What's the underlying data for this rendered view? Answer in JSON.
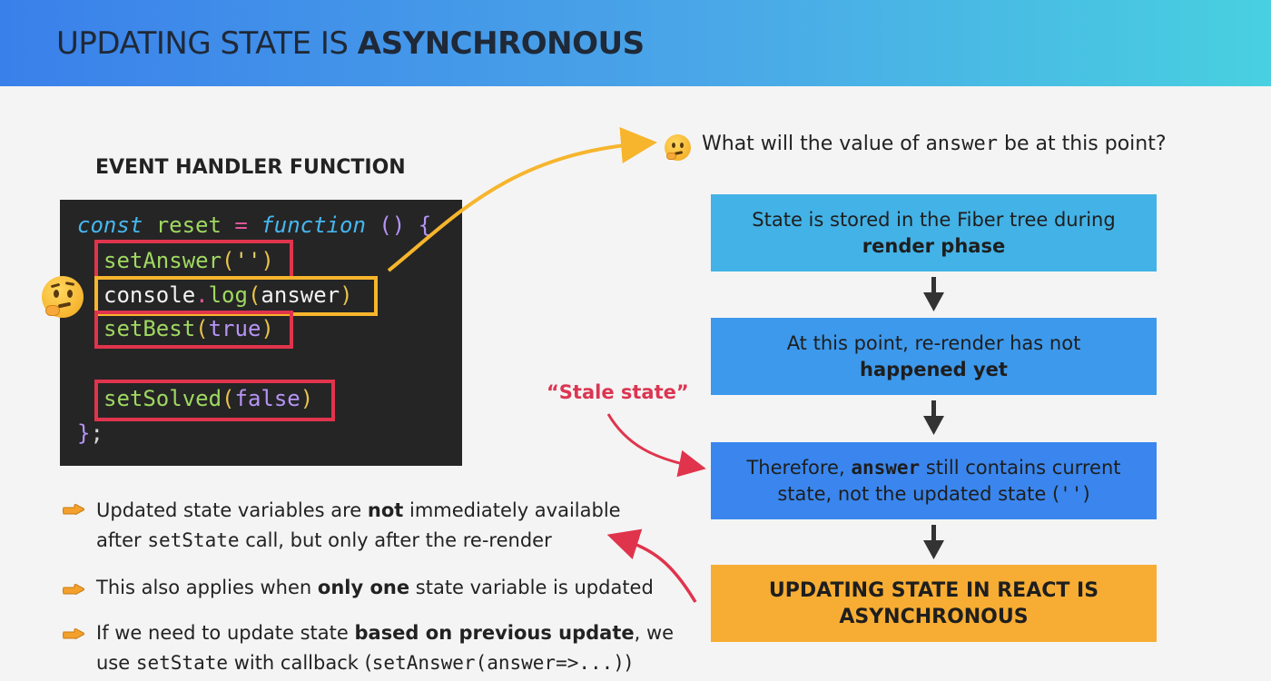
{
  "header": {
    "title_plain": "UPDATING STATE IS ",
    "title_bold": "ASYNCHRONOUS"
  },
  "code_panel": {
    "title": "EVENT HANDLER FUNCTION",
    "line1": {
      "kw": "const",
      "name": "reset",
      "op": "=",
      "fn_kw": "function",
      "parens": "()",
      "brace": "{"
    },
    "line2": {
      "fn": "setAnswer",
      "open": "(",
      "arg": "''",
      "close": ")"
    },
    "line3": {
      "obj": "console",
      "dot": ".",
      "fn": "log",
      "open": "(",
      "arg": "answer",
      "close": ")"
    },
    "line4": {
      "fn": "setBest",
      "open": "(",
      "arg": "true",
      "close": ")"
    },
    "line5": {
      "fn": "setSolved",
      "open": "(",
      "arg": "false",
      "close": ")"
    },
    "line6": {
      "brace": "}",
      "semi": ";"
    }
  },
  "question": {
    "prefix": "What will the value of ",
    "code": "answer",
    "suffix": " be at this point?"
  },
  "flow": {
    "box1": {
      "line1": "State is stored in the Fiber tree during",
      "line2": "render phase"
    },
    "box2": {
      "line1": "At this point, re-render has not",
      "line2": "happened yet"
    },
    "box3": {
      "pre": "Therefore, ",
      "code": "answer",
      "post": " still contains current",
      "line2_pre": "state, not the updated state (",
      "line2_code": "''",
      "line2_post": ")"
    },
    "box4": {
      "line1": "UPDATING STATE IN REACT IS",
      "line2": "ASYNCHRONOUS"
    }
  },
  "stale_label": "“Stale state”",
  "bullets": {
    "b1": {
      "pre": "Updated state variables are ",
      "bold": "not",
      "post": " immediately available",
      "l2_pre": "after ",
      "l2_code": "setState",
      "l2_post": " call, but only after the re-render"
    },
    "b2": {
      "pre": "This also applies when ",
      "bold": "only one",
      "post": " state variable is updated"
    },
    "b3": {
      "pre": "If we need to update state ",
      "bold": "based on previous update",
      "post": ", we",
      "l2_pre": "use ",
      "l2_code": "setState",
      "l2_mid": " with callback (",
      "l2_code2": "setAnswer(answer=>...)",
      "l2_post": ")"
    }
  },
  "colors": {
    "red": "#e0344c",
    "yellow": "#f6b52c",
    "arrow": "#333333"
  }
}
